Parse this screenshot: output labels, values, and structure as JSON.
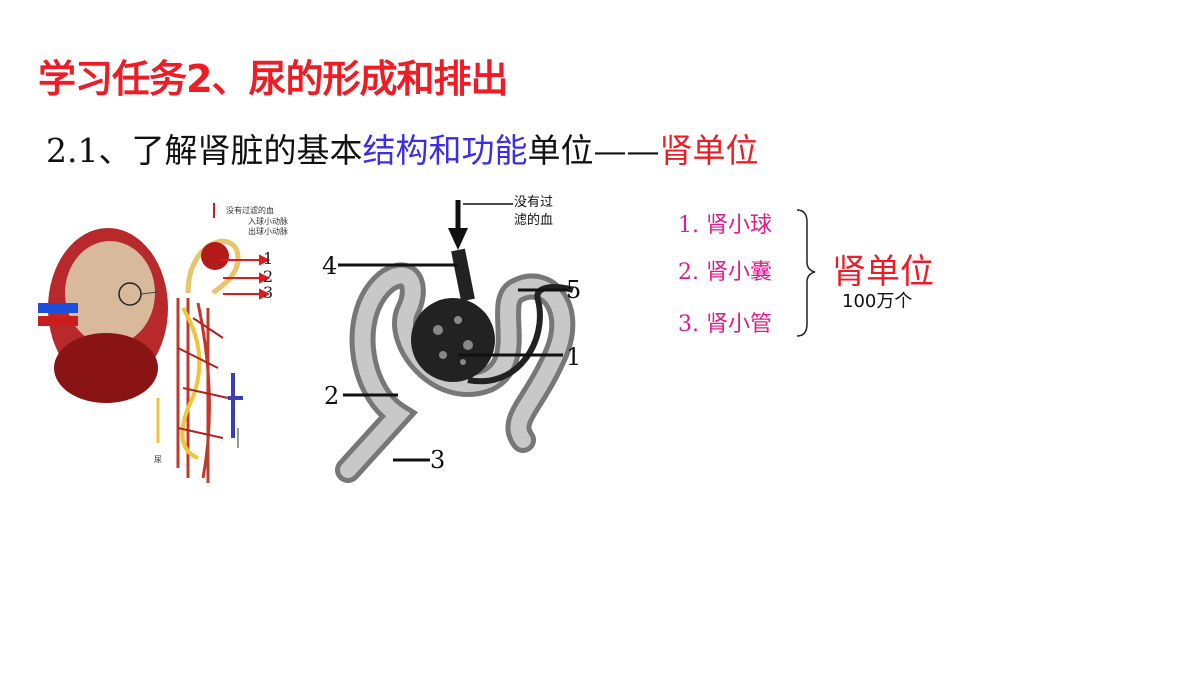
{
  "slide": {
    "title": "学习任务2、尿的形成和排出",
    "subtitle": {
      "prefix": "2.1、了解肾脏的基本",
      "highlight_blue": "结构和功能",
      "middle": "单位——",
      "highlight_red": "肾单位"
    }
  },
  "left_figure": {
    "annotations": [
      "没有过滤的血",
      "入球小动脉",
      "出球小动脉"
    ],
    "arrow_labels": [
      "1",
      "2",
      "3"
    ],
    "bottom_left": "尿"
  },
  "middle_figure": {
    "top_label": [
      "没有过",
      "滤的血"
    ],
    "numbers": [
      "4",
      "5",
      "1",
      "2",
      "3"
    ]
  },
  "parts_list": {
    "items": [
      "1. 肾小球",
      "2. 肾小囊",
      "3. 肾小管"
    ],
    "group_label": "肾单位",
    "count": "100万个"
  },
  "colors": {
    "title_red": "#ee1c25",
    "blue": "#3a2ee8",
    "magenta": "#e5198a"
  }
}
